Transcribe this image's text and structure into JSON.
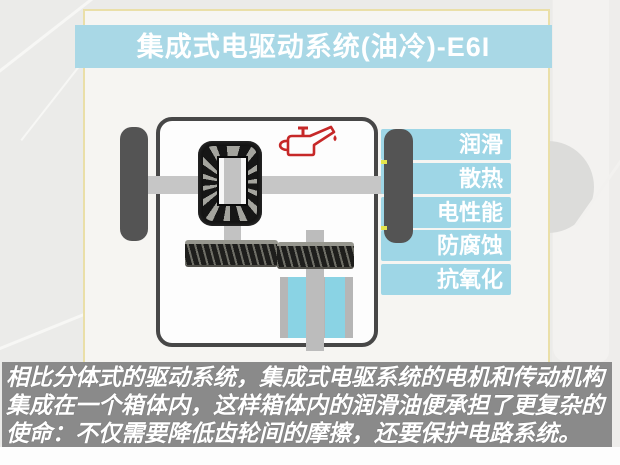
{
  "title_banner": {
    "text": "集成式电驱动系统(油冷)-E6I"
  },
  "side_labels": {
    "items": [
      "润滑",
      "散热",
      "电性能",
      "防腐蚀",
      "抗氧化"
    ]
  },
  "caption": {
    "line1": "相比分体式的驱动系统，集成式电驱系统的电机和传动机构",
    "line2": "集成在一个箱体内，这样箱体内的润滑油便承担了更复杂的",
    "line3": "使命：不仅需要降低齿轮间的摩擦，还要保护电路系统。"
  },
  "icons": {
    "oil_can": "oil-can-icon"
  },
  "colors": {
    "title_banner_bg": "#a9d8e6",
    "label_bg": "#9ed6e6",
    "caption_bg": "#8a8a8a",
    "oil_red": "#c62828",
    "coolant_cyan": "#8ad3e4",
    "housing_border": "#474747"
  }
}
